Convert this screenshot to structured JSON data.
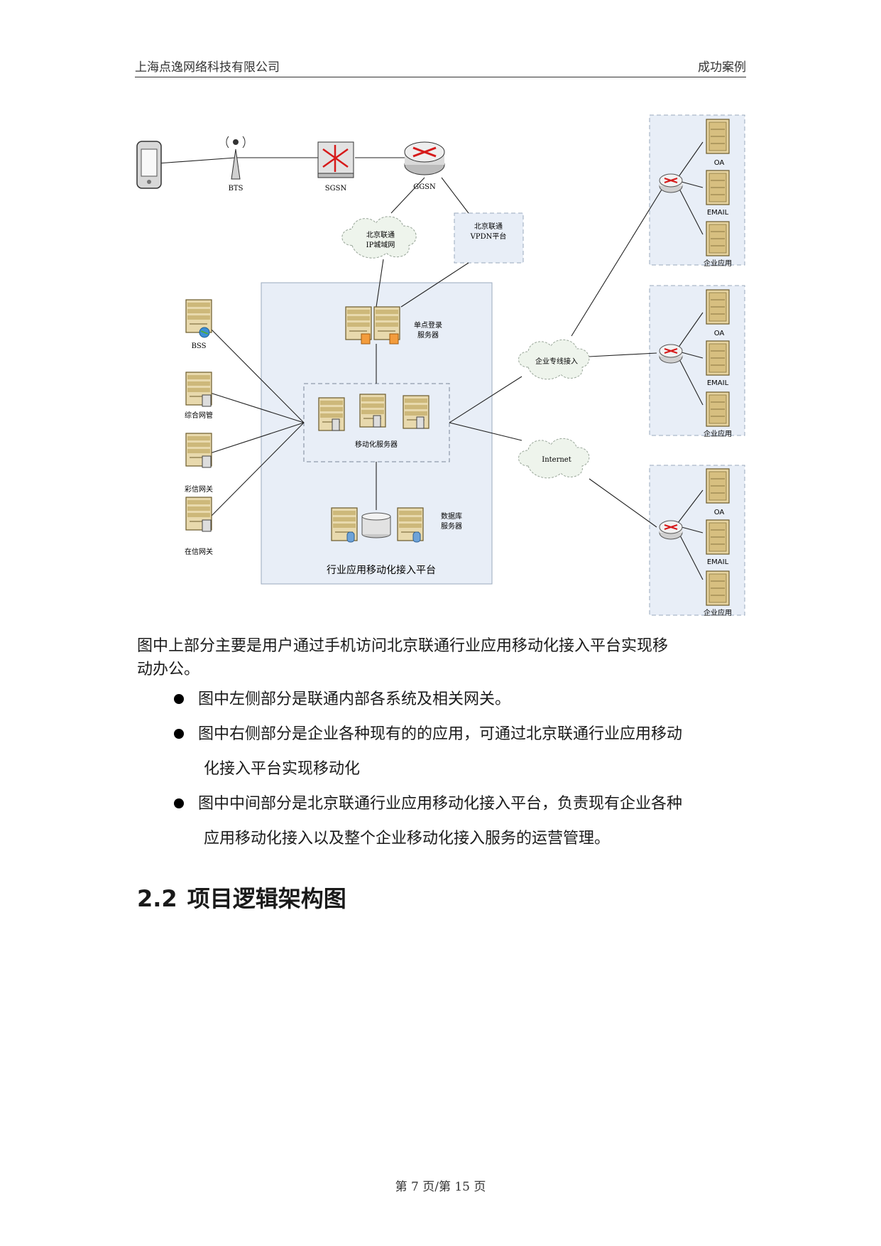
{
  "header": {
    "company": "上海点逸网络科技有限公司",
    "section": "成功案例"
  },
  "diagram": {
    "top": {
      "bts": "BTS",
      "sgsn": "SGSN",
      "ggsn": "GGSN"
    },
    "cloud_ip_line1": "北京联通",
    "cloud_ip_line2": "IP城域网",
    "vpdn_line1": "北京联通",
    "vpdn_line2": "VPDN平台",
    "left": {
      "bss": "BSS",
      "nms": "综合网管",
      "mms": "彩信网关",
      "online": "在信网关"
    },
    "center": {
      "sso_line1": "单点登录",
      "sso_line2": "服务器",
      "mobile_servers": "移动化服务器",
      "db_line1": "数据库",
      "db_line2": "服务器",
      "platform": "行业应用移动化接入平台"
    },
    "cloud_dedicated": "企业专线接入",
    "cloud_internet": "Internet",
    "enterprise": [
      {
        "oa": "OA",
        "email": "EMAIL",
        "app": "企业应用"
      },
      {
        "oa": "OA",
        "email": "EMAIL",
        "app": "企业应用"
      },
      {
        "oa": "OA",
        "email": "EMAIL",
        "app": "企业应用"
      }
    ]
  },
  "body": {
    "intro_line1": "图中上部分主要是用户通过手机访问北京联通行业应用移动化接入平台实现移",
    "intro_line2": "动办公。",
    "bullet1": "图中左侧部分是联通内部各系统及相关网关。",
    "bullet2_line1": "图中右侧部分是企业各种现有的的应用，可通过北京联通行业应用移动",
    "bullet2_line2": "化接入平台实现移动化",
    "bullet3_line1": "图中中间部分是北京联通行业应用移动化接入平台，负责现有企业各种",
    "bullet3_line2": "应用移动化接入以及整个企业移动化接入服务的运营管理。"
  },
  "section": {
    "number": "2.2",
    "title": "项目逻辑架构图"
  },
  "footer": {
    "page": "第 7 页/第 15 页"
  }
}
